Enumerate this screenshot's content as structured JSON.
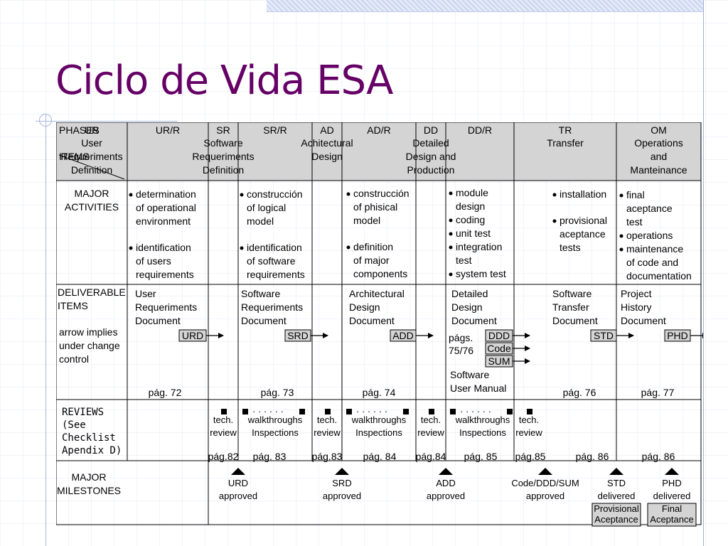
{
  "slide": {
    "title": "Ciclo de Vida ESA"
  },
  "header": {
    "phases_label": "PHASES",
    "items_label": "ITEMS",
    "columns": [
      {
        "code": "UR",
        "lines": [
          "User",
          "Requeriments",
          "Definition"
        ]
      },
      {
        "code": "UR/R",
        "lines": []
      },
      {
        "code": "SR",
        "lines": [
          "Software",
          "Requeriments",
          "Definition"
        ]
      },
      {
        "code": "SR/R",
        "lines": []
      },
      {
        "code": "AD",
        "lines": [
          "Achitectural",
          "Design"
        ]
      },
      {
        "code": "AD/R",
        "lines": []
      },
      {
        "code": "DD",
        "lines": [
          "Detailed",
          "Design and",
          "Production"
        ]
      },
      {
        "code": "DD/R",
        "lines": []
      },
      {
        "code": "TR",
        "lines": [
          "Transfer"
        ]
      },
      {
        "code": "OM",
        "lines": [
          "Operations",
          "and",
          "Manteinance"
        ]
      }
    ]
  },
  "rows": {
    "activities_label": [
      "MAJOR",
      "ACTIVITIES"
    ],
    "deliverables_label": [
      "DELIVERABLE",
      "ITEMS"
    ],
    "arrow_note": [
      "arrow implies",
      "under change",
      "control"
    ],
    "reviews_label": [
      "REVIEWS",
      "(See",
      "Checklist",
      "Apendix D)"
    ],
    "milestones_label": [
      "MAJOR",
      "MILESTONES"
    ]
  },
  "activities": {
    "ur": [
      [
        "determination",
        "of operational",
        "environment"
      ],
      [
        "identification",
        "of users",
        "requirements"
      ]
    ],
    "sr": [
      [
        "construcción",
        "of  logical",
        "model"
      ],
      [
        "identification",
        "of software",
        "requirements"
      ]
    ],
    "ad": [
      [
        "construcción",
        "of phisical",
        "model"
      ],
      [
        "definition",
        "of major",
        "components"
      ]
    ],
    "dd": [
      [
        "module",
        "design"
      ],
      [
        "coding"
      ],
      [
        "unit  test"
      ],
      [
        "integration",
        "test"
      ],
      [
        "system test"
      ]
    ],
    "tr": [
      [
        "installation"
      ],
      [
        "provisional",
        "aceptance",
        "tests"
      ]
    ],
    "om": [
      [
        "final",
        "aceptance",
        "test"
      ],
      [
        "operations"
      ],
      [
        "maintenance",
        "of code and",
        "documentation"
      ]
    ]
  },
  "deliverables": {
    "ur": {
      "lines": [
        "User",
        "Requeriments",
        "Document"
      ],
      "box": "URD",
      "page": "pág. 72"
    },
    "sr": {
      "lines": [
        "Software",
        "Requeriments",
        "Document"
      ],
      "box": "SRD",
      "page": "pág. 73"
    },
    "ad": {
      "lines": [
        "Architectural",
        "Design",
        "Document"
      ],
      "box": "ADD",
      "page": "pág. 74"
    },
    "dd": {
      "lines": [
        "Detailed",
        "Design",
        "Document"
      ],
      "boxes": [
        "DDD",
        "Code",
        "SUM"
      ],
      "pages_note": [
        "págs.",
        "75/76"
      ],
      "manual": [
        "Software",
        "User Manual"
      ]
    },
    "tr": {
      "lines": [
        "Software",
        "Transfer",
        "Document"
      ],
      "box": "STD",
      "page": "pág. 76"
    },
    "om": {
      "lines": [
        "Project",
        "History",
        "Document"
      ],
      "box": "PHD",
      "page": "pág. 77"
    }
  },
  "reviews": {
    "tech": [
      "tech.",
      "review"
    ],
    "walk": [
      "walkthroughs",
      "Inspections"
    ],
    "dots": "· · · · · ·",
    "pages": [
      "pág.82",
      "pág. 83",
      "pág.83",
      "pág. 84",
      "pág.84",
      "pág. 85",
      "pág.85",
      "pág. 86",
      "pág. 86"
    ]
  },
  "milestones": [
    {
      "label": [
        "URD",
        "approved"
      ]
    },
    {
      "label": [
        "SRD",
        "approved"
      ]
    },
    {
      "label": [
        "ADD",
        "approved"
      ]
    },
    {
      "label": [
        "Code/DDD/SUM",
        "approved"
      ]
    },
    {
      "label": [
        "STD",
        "delivered"
      ],
      "box": [
        "Provisional",
        "Aceptance"
      ]
    },
    {
      "label": [
        "PHD",
        "delivered"
      ],
      "box": [
        "Final",
        "Aceptance"
      ]
    }
  ]
}
